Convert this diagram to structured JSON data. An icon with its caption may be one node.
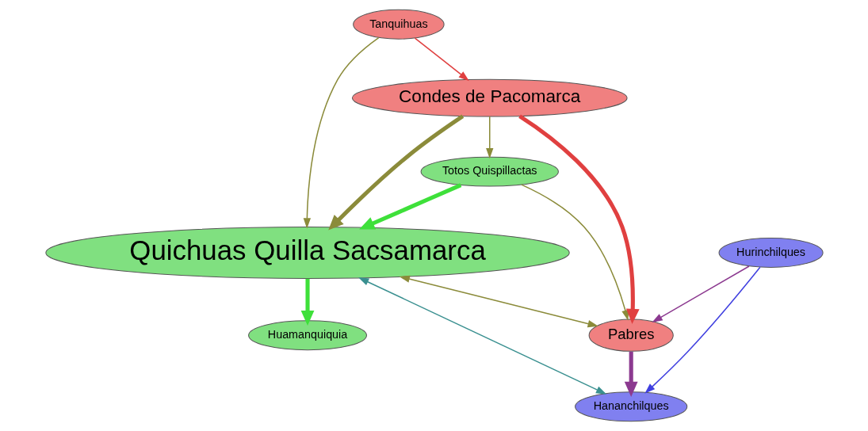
{
  "diagram": {
    "nodes": [
      {
        "text": [
          "Tanquihuas"
        ]
      },
      {
        "text": [
          "Quichuas Quilla Sacsamarca"
        ]
      },
      {
        "text": [
          "Totos Quispillactas"
        ]
      },
      {
        "text": [
          "Huamanquiquia"
        ]
      },
      {
        "text": [
          "Condes de Pacomarca"
        ]
      },
      {
        "text": [
          "Hananchilques"
        ]
      },
      {
        "text": [
          "Pabres"
        ]
      },
      {
        "text": [
          "Hurinchilques"
        ]
      }
    ],
    "edges": [
      {
        "from": 0,
        "to": 1,
        "arrow": "to"
      },
      {
        "from": 0,
        "to": 4,
        "arrow": "to",
        "color": "#e04040"
      },
      {
        "from": 1,
        "to": 3,
        "arrow": "to",
        "style": "thick",
        "color": "#3ee03a"
      },
      {
        "from": 2,
        "to": 1,
        "arrow": "to",
        "style": "thick",
        "color": "#3ee03a"
      },
      {
        "from": 4,
        "to": 1,
        "arrow": "to",
        "style": "thick"
      },
      {
        "from": 4,
        "to": 2,
        "arrow": "to"
      },
      {
        "from": 2,
        "to": 6,
        "arrow": "to"
      },
      {
        "from": 1,
        "to": 6,
        "arrow": "both"
      },
      {
        "from": 1,
        "to": 5,
        "arrow": "both",
        "color": "#3a9090"
      },
      {
        "from": 4,
        "to": 6,
        "arrow": "to",
        "style": "thick",
        "color": "#e04040"
      },
      {
        "from": 6,
        "to": 5,
        "arrow": "to",
        "style": "thick",
        "color": "#8c3a90"
      },
      {
        "from": 7,
        "to": 5,
        "arrow": "to",
        "color": "#4040e0"
      },
      {
        "from": 7,
        "to": 6,
        "arrow": "to",
        "color": "#8c3a90"
      }
    ]
  }
}
